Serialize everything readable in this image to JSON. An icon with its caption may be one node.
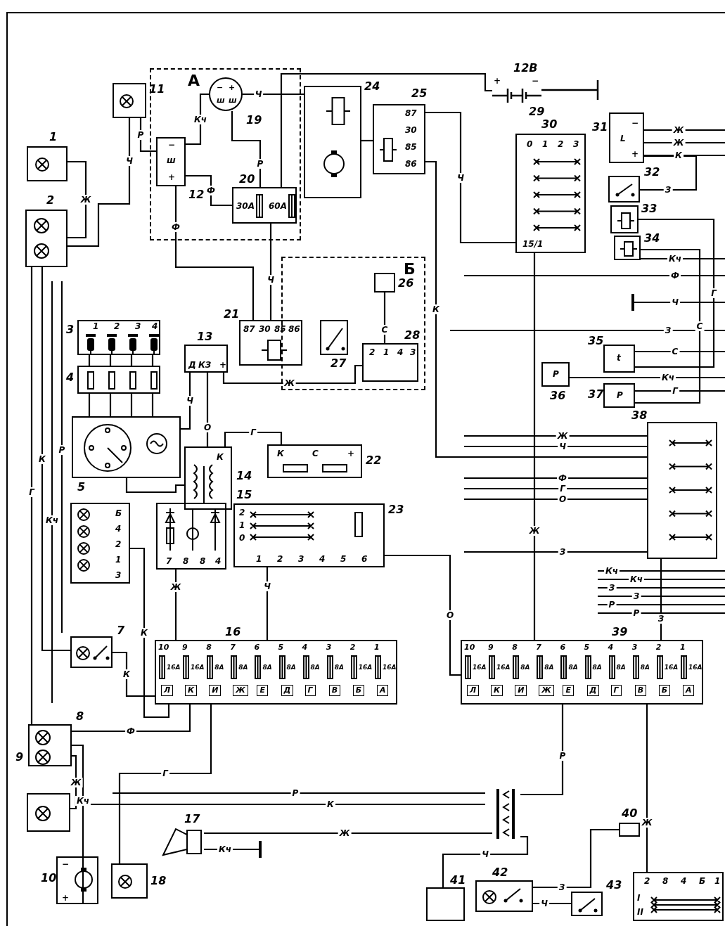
{
  "diagram": {
    "nodes": [
      {
        "text": [
          "А"
        ]
      },
      {
        "text": [
          "Б"
        ]
      },
      {
        "text": [],
        "shape": "box",
        "beside": [
          "1"
        ]
      },
      {
        "text": [],
        "shape": "box",
        "beside": [
          "2"
        ]
      },
      {
        "text": [],
        "shape": "box",
        "beside": [
          "11"
        ]
      },
      {
        "text": [
          "−",
          "ш",
          "+"
        ],
        "in": 0,
        "beside": [
          "12"
        ]
      },
      {
        "text": [
          "−",
          "+",
          "ш",
          "ш"
        ],
        "in": 0,
        "beside": [
          "19"
        ]
      },
      {
        "text": [
          "30А",
          "60А"
        ],
        "in": 0,
        "beside": [
          "20"
        ]
      },
      {
        "text": [],
        "shape": "box",
        "beside": [
          "24"
        ]
      },
      {
        "text": [
          "87",
          "30",
          "85",
          "86"
        ],
        "beside": [
          "25"
        ]
      },
      {
        "text": [
          "+",
          "−"
        ],
        "beside": [
          "12В",
          "29"
        ]
      },
      {
        "text": [
          "0",
          "1",
          "2",
          "3",
          "15/1"
        ],
        "beside": [
          "30"
        ]
      },
      {
        "text": [
          "−",
          "L",
          "+"
        ],
        "beside": [
          "31"
        ]
      },
      {
        "text": [],
        "shape": "box",
        "beside": [
          "32"
        ]
      },
      {
        "text": [],
        "shape": "box",
        "beside": [
          "33"
        ]
      },
      {
        "text": [],
        "shape": "box",
        "beside": [
          "34"
        ]
      },
      {
        "text": [],
        "shape": "box",
        "in": 1,
        "beside": [
          "26"
        ]
      },
      {
        "text": [
          "87",
          "30",
          "85",
          "86"
        ],
        "beside": [
          "21"
        ]
      },
      {
        "text": [],
        "shape": "box",
        "in": 1,
        "beside": [
          "27"
        ]
      },
      {
        "text": [
          "2",
          "1",
          "4",
          "3"
        ],
        "in": 1,
        "beside": [
          "28"
        ]
      },
      {
        "text": [
          "Д",
          "КЗ",
          "+"
        ],
        "beside": [
          "13"
        ]
      },
      {
        "text": [
          "1",
          "2",
          "3",
          "4"
        ],
        "beside": [
          "3"
        ]
      },
      {
        "text": [],
        "shape": "box",
        "beside": [
          "4"
        ]
      },
      {
        "text": [],
        "shape": "box",
        "beside": [
          "5"
        ]
      },
      {
        "text": [
          "К"
        ],
        "beside": [
          "14"
        ]
      },
      {
        "text": [
          "К",
          "С",
          "+"
        ],
        "beside": [
          "22"
        ]
      },
      {
        "text": [
          "t"
        ],
        "beside": [
          "35"
        ]
      },
      {
        "text": [
          "Р"
        ],
        "beside": [
          "36"
        ]
      },
      {
        "text": [
          "Р"
        ],
        "beside": [
          "37"
        ]
      },
      {
        "text": [],
        "shape": "box",
        "beside": [
          "38"
        ]
      },
      {
        "text": [
          "Б",
          "4",
          "2",
          "1",
          "3"
        ]
      },
      {
        "text": [
          "7",
          "8",
          "8",
          "4"
        ],
        "beside": [
          "15"
        ]
      },
      {
        "text": [
          "2",
          "1",
          "0",
          "1",
          "2",
          "3",
          "4",
          "5",
          "6"
        ],
        "beside": [
          "23"
        ]
      },
      {
        "text": [],
        "shape": "box",
        "beside": [
          "7"
        ]
      },
      {
        "text": [
          "10",
          "9",
          "8",
          "7",
          "6",
          "5",
          "4",
          "3",
          "2",
          "1",
          "16А",
          "16А",
          "8А",
          "8А",
          "8А",
          "8А",
          "8А",
          "8А",
          "16А",
          "16А",
          "Л",
          "К",
          "И",
          "Ж",
          "Е",
          "Д",
          "Г",
          "В",
          "Б",
          "А"
        ],
        "beside": [
          "16"
        ]
      },
      {
        "text": [
          "10",
          "9",
          "8",
          "7",
          "6",
          "5",
          "4",
          "3",
          "2",
          "1",
          "16А",
          "16А",
          "8А",
          "8А",
          "8А",
          "8А",
          "8А",
          "8А",
          "16А",
          "16А",
          "Л",
          "К",
          "И",
          "Ж",
          "Е",
          "Д",
          "Г",
          "В",
          "Б",
          "А"
        ],
        "beside": [
          "39"
        ]
      },
      {
        "text": [],
        "shape": "box",
        "beside": [
          "8",
          "9"
        ]
      },
      {
        "text": [],
        "shape": "box"
      },
      {
        "text": [
          "−",
          "+"
        ],
        "beside": [
          "10"
        ]
      },
      {
        "text": [],
        "shape": "box",
        "beside": [
          "18"
        ]
      },
      {
        "text": [],
        "shape": "horn",
        "beside": [
          "17"
        ]
      },
      {
        "text": [],
        "shape": "bar"
      },
      {
        "text": [],
        "shape": "box",
        "beside": [
          "40"
        ]
      },
      {
        "text": [],
        "shape": "box",
        "beside": [
          "41"
        ]
      },
      {
        "text": [],
        "shape": "box",
        "beside": [
          "42"
        ]
      },
      {
        "text": [],
        "shape": "box",
        "beside": [
          "43"
        ]
      },
      {
        "text": [
          "2",
          "8",
          "4",
          "Б",
          "1",
          "I",
          "II"
        ]
      }
    ],
    "edges": [
      {
        "from": 2,
        "to": 3,
        "arrow": "none",
        "label": "Ж"
      },
      {
        "from": 3,
        "to": 4,
        "arrow": "none",
        "label": "Ч"
      },
      {
        "from": 4,
        "to": 5,
        "arrow": "none",
        "label": "Р"
      },
      {
        "from": 5,
        "to": 6,
        "arrow": "none",
        "label": "Кч"
      },
      {
        "from": 5,
        "to": 7,
        "arrow": "none",
        "label": "Ф"
      },
      {
        "from": 6,
        "to": 7,
        "arrow": "none",
        "label": "Р"
      },
      {
        "from": 6,
        "to": 8,
        "arrow": "none",
        "label": "Ч"
      },
      {
        "from": 7,
        "to": 10,
        "arrow": "none"
      },
      {
        "from": 9,
        "to": 11,
        "arrow": "none",
        "label": "Ч"
      },
      {
        "from": 8,
        "to": 9,
        "arrow": "none"
      },
      {
        "from": 13,
        "to": 12,
        "arrow": "none",
        "label": "З"
      },
      {
        "from": 14,
        "to": 26,
        "arrow": "none",
        "label": "Г"
      },
      {
        "from": 15,
        "to": 28,
        "arrow": "none",
        "label": "С"
      },
      {
        "from": 17,
        "to": 7,
        "arrow": "none",
        "label": "Ч"
      },
      {
        "from": 17,
        "to": 5,
        "arrow": "none",
        "label": "Ф"
      },
      {
        "from": 16,
        "to": 19,
        "arrow": "none",
        "label": "С"
      },
      {
        "from": 20,
        "to": 23,
        "arrow": "none",
        "label": "Ч"
      },
      {
        "from": 20,
        "to": 24,
        "arrow": "none",
        "label": "О"
      },
      {
        "from": 20,
        "to": 19,
        "arrow": "none",
        "label": "Ж"
      },
      {
        "from": 24,
        "to": 25,
        "arrow": "none",
        "label": "Г"
      },
      {
        "from": 21,
        "to": 22,
        "arrow": "none"
      },
      {
        "from": 21,
        "to": 22,
        "arrow": "none"
      },
      {
        "from": 21,
        "to": 22,
        "arrow": "none"
      },
      {
        "from": 21,
        "to": 22,
        "arrow": "none"
      },
      {
        "from": 22,
        "to": 23,
        "arrow": "none"
      },
      {
        "from": 22,
        "to": 23,
        "arrow": "none"
      },
      {
        "from": 22,
        "to": 23,
        "arrow": "none"
      },
      {
        "from": 22,
        "to": 23,
        "arrow": "none"
      },
      {
        "from": 23,
        "to": 24,
        "arrow": "none"
      },
      {
        "from": 30,
        "to": 34,
        "arrow": "none",
        "label": "К"
      },
      {
        "from": 31,
        "to": 34,
        "arrow": "none",
        "label": "Ж"
      },
      {
        "from": 32,
        "to": 34,
        "arrow": "none",
        "label": "Ч"
      },
      {
        "from": 32,
        "to": 35,
        "arrow": "none",
        "label": "О"
      },
      {
        "from": 29,
        "to": 35,
        "arrow": "none",
        "label": "З"
      },
      {
        "from": 11,
        "to": 35,
        "arrow": "none",
        "label": "Ж"
      },
      {
        "from": 9,
        "to": 29,
        "arrow": "none",
        "label": "К"
      },
      {
        "from": 36,
        "to": 38,
        "arrow": "none",
        "label": "Кч"
      },
      {
        "from": 37,
        "to": 36,
        "arrow": "none",
        "label": "Ж"
      },
      {
        "from": 39,
        "to": 34,
        "arrow": "none",
        "label": "Г"
      },
      {
        "from": 40,
        "to": 41,
        "arrow": "none",
        "label": "Ж"
      },
      {
        "from": 41,
        "to": 35,
        "arrow": "none",
        "label": "Р"
      },
      {
        "from": 43,
        "to": 41,
        "arrow": "none",
        "label": "Ч"
      },
      {
        "from": 44,
        "to": 45,
        "arrow": "none",
        "label": "Ч"
      },
      {
        "from": 44,
        "to": 42,
        "arrow": "none",
        "label": "З"
      },
      {
        "from": 46,
        "to": 35,
        "arrow": "none",
        "label": "Ж"
      },
      {
        "from": 33,
        "to": 34,
        "arrow": "none",
        "label": "К"
      },
      {
        "from": 36,
        "to": 34,
        "arrow": "none",
        "label": "Ф"
      },
      {
        "from": 3,
        "to": 33,
        "arrow": "none",
        "label": "К"
      },
      {
        "from": 3,
        "to": 36,
        "arrow": "none",
        "label": "Г"
      }
    ],
    "labels": [
      "Ж",
      "Ж",
      "К",
      "Кч",
      "Ф",
      "Ч",
      "З",
      "С",
      "Кч",
      "Г",
      "Ж",
      "Ч",
      "Ф",
      "Г",
      "О",
      "З",
      "Кч",
      "Кч",
      "З",
      "З",
      "Р",
      "Р",
      "Кч",
      "Р",
      "Р",
      "К",
      "Кч"
    ]
  }
}
